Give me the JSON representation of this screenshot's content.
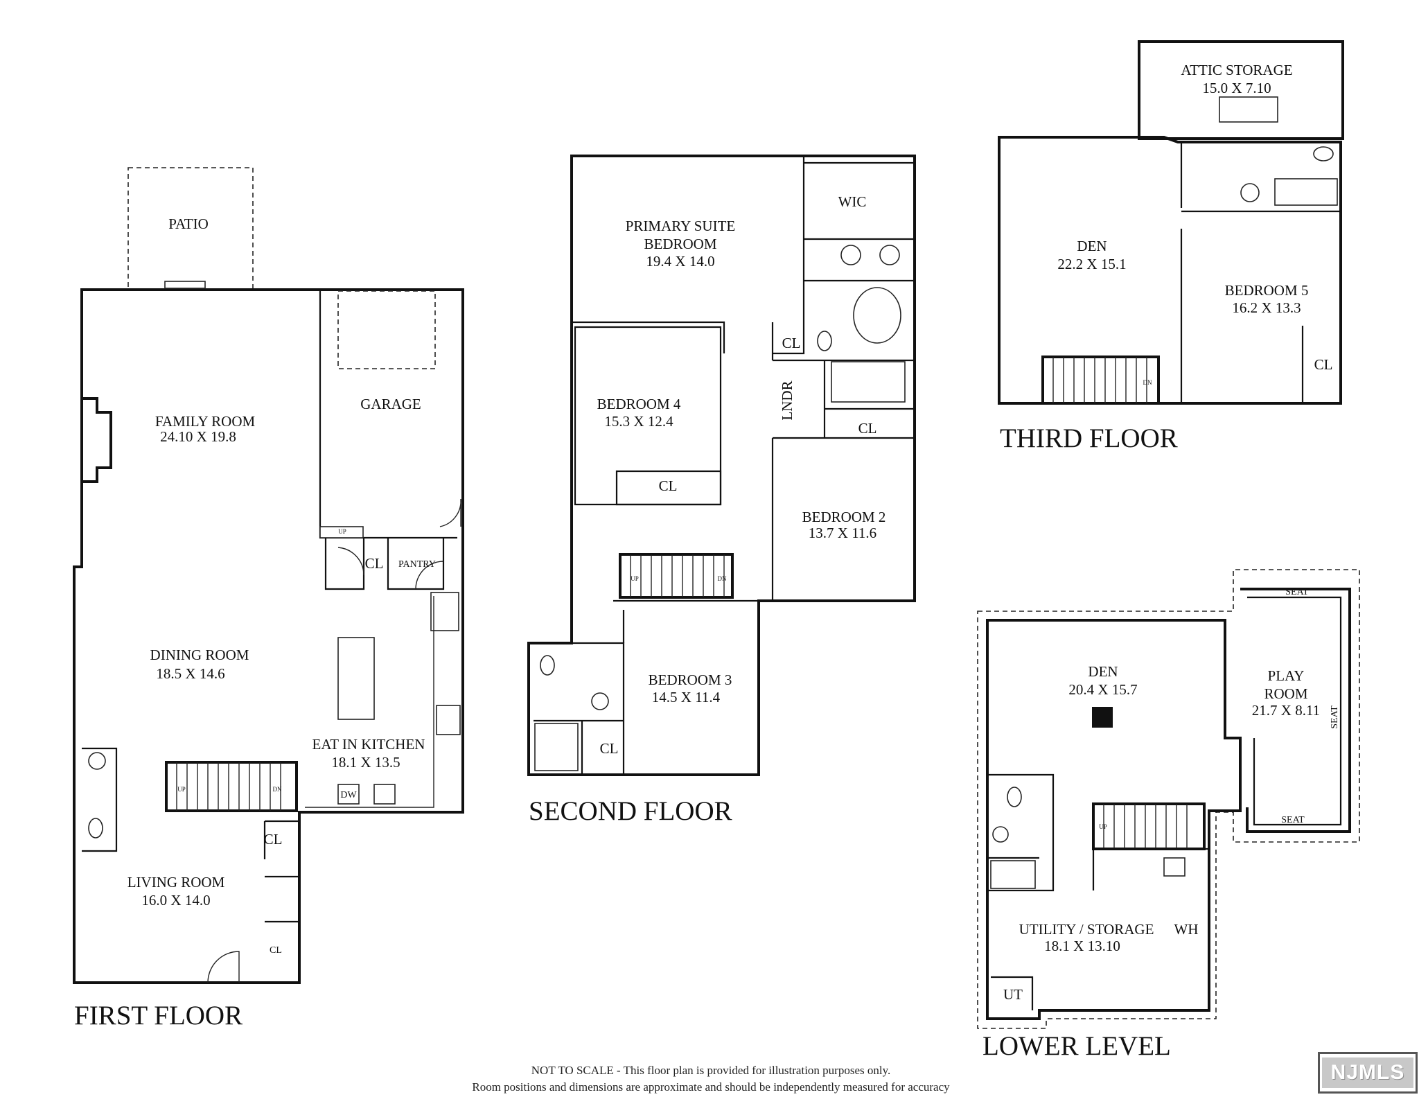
{
  "floors": {
    "first": {
      "title": "FIRST FLOOR",
      "patio": "PATIO",
      "family_room": {
        "name": "FAMILY ROOM",
        "dim": "24.10 X 19.8"
      },
      "garage": "GARAGE",
      "dining_room": {
        "name": "DINING ROOM",
        "dim": "18.5 X 14.6"
      },
      "kitchen": {
        "name": "EAT IN KITCHEN",
        "dim": "18.1 X 13.5"
      },
      "living_room": {
        "name": "LIVING ROOM",
        "dim": "16.0 X 14.0"
      },
      "closet": "CL",
      "pantry": "PANTRY",
      "up": "UP",
      "dn": "DN",
      "dw": "DW"
    },
    "second": {
      "title": "SECOND FLOOR",
      "primary": {
        "name_line1": "PRIMARY SUITE",
        "name_line2": "BEDROOM",
        "dim": "19.4 X 14.0"
      },
      "wic": "WIC",
      "bedroom4": {
        "name": "BEDROOM 4",
        "dim": "15.3 X 12.4"
      },
      "bedroom2": {
        "name": "BEDROOM 2",
        "dim": "13.7 X 11.6"
      },
      "bedroom3": {
        "name": "BEDROOM 3",
        "dim": "14.5 X 11.4"
      },
      "laundry": "LNDR",
      "closet": "CL",
      "up": "UP",
      "dn": "DN"
    },
    "third": {
      "title": "THIRD FLOOR",
      "attic": {
        "name": "ATTIC STORAGE",
        "dim": "15.0 X 7.10"
      },
      "den": {
        "name": "DEN",
        "dim": "22.2 X 15.1"
      },
      "bedroom5": {
        "name": "BEDROOM 5",
        "dim": "16.2 X 13.3"
      },
      "closet": "CL",
      "dn": "DN"
    },
    "lower": {
      "title": "LOWER LEVEL",
      "den": {
        "name": "DEN",
        "dim": "20.4 X 15.7"
      },
      "playroom": {
        "name_line1": "PLAY",
        "name_line2": "ROOM",
        "dim": "21.7 X 8.11"
      },
      "seat": "SEAT",
      "utility": {
        "name": "UTILITY / STORAGE",
        "dim": "18.1 X 13.10"
      },
      "wh": "WH",
      "ut": "UT",
      "up": "UP"
    }
  },
  "disclaimer": {
    "line1": "NOT TO SCALE - This floor plan is provided for illustration purposes only.",
    "line2": "Room positions and dimensions are approximate and should be independently measured for accuracy"
  },
  "logo": "NJMLS"
}
